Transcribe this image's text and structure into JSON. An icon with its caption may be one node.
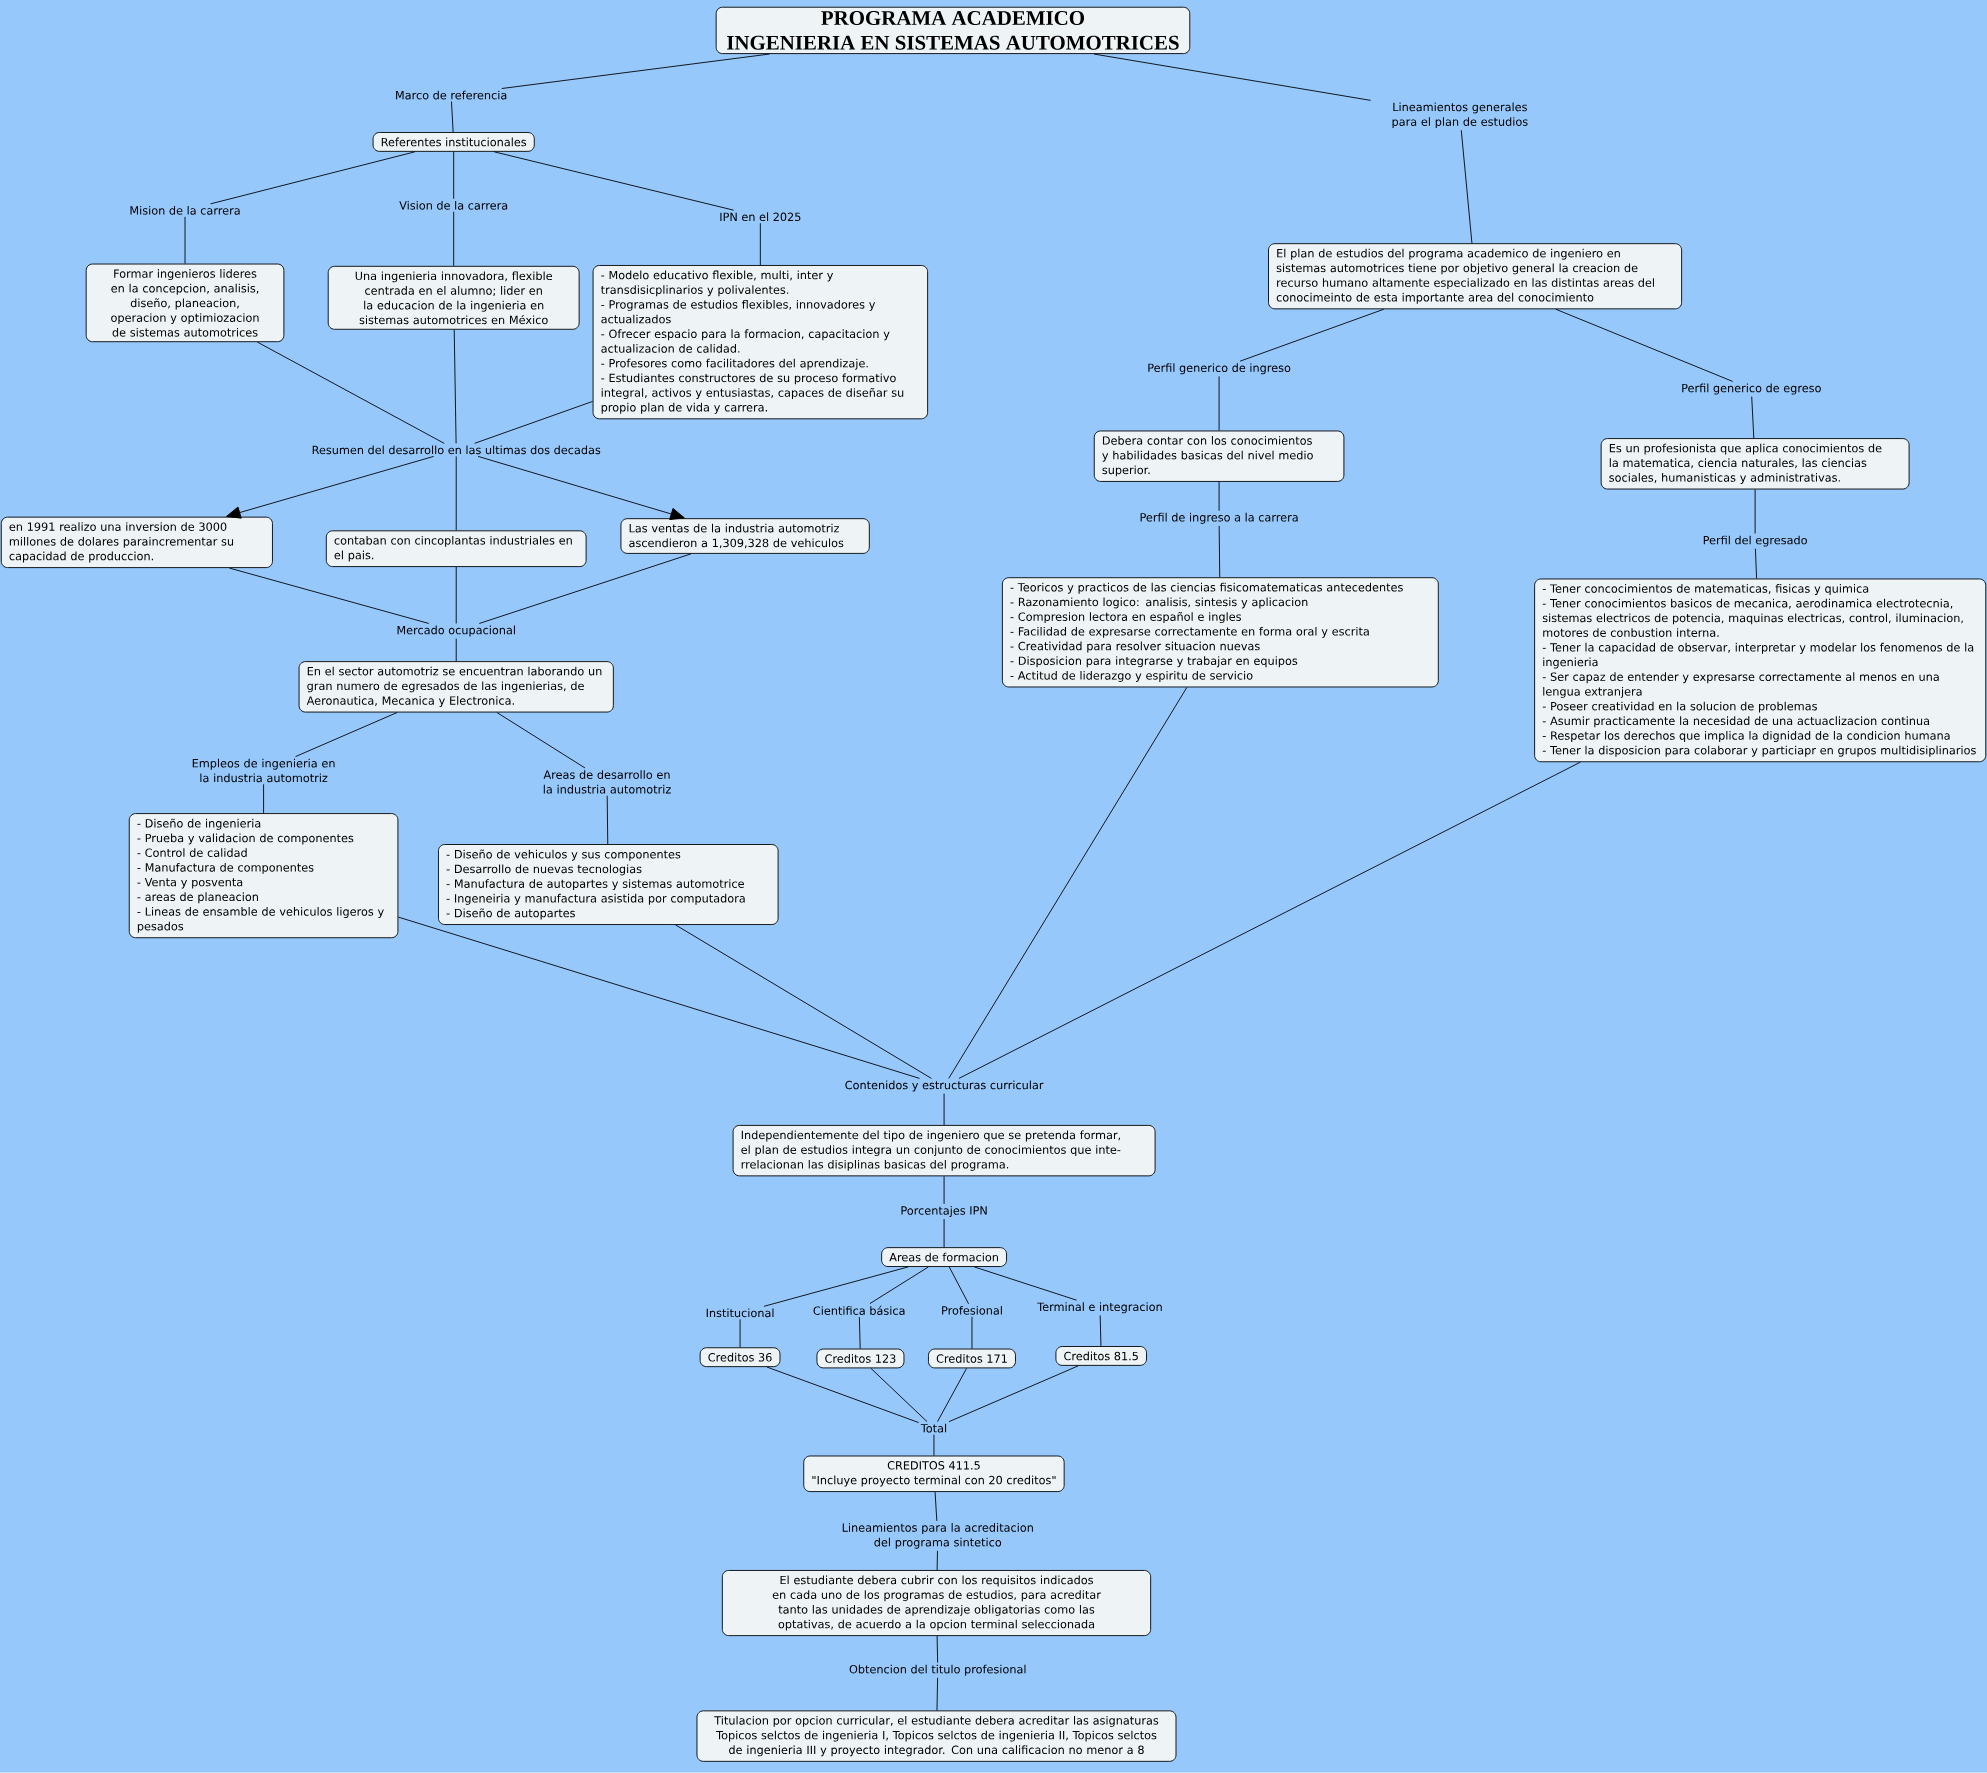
{
  "diagram": {
    "nodes": [
      {
        "text": [
          "PROGRAMA ACADEMICO",
          "INGENIERIA EN SISTEMAS AUTOMOTRICES"
        ]
      },
      {
        "text": [
          "Marco de referencia"
        ]
      },
      {
        "text": [
          "Referentes institucionales"
        ]
      },
      {
        "text": [
          "Mision de la carrera"
        ]
      },
      {
        "text": [
          "Vision de la carrera"
        ]
      },
      {
        "text": [
          "IPN en el 2025"
        ]
      },
      {
        "text": [
          "Formar ingenieros lideres en la concepcion, analisis, diseño, planeacion, operacion y optimiozacion de sistemas automotrices"
        ]
      },
      {
        "text": [
          "Una ingenieria innovadora, flexible centrada en el alumno; lider en la educacion de la ingenieria en sistemas automotrices en México"
        ]
      },
      {
        "text": [
          "- Modelo educativo flexible, multi, inter y transdisicplinarios y polivalentes.",
          "- Programas de estudios flexibles, innovadores y actualizados",
          "- Ofrecer espacio para la formacion, capacitacion y actualizacion de calidad.",
          "- Profesores como facilitadores del aprendizaje.",
          "- Estudiantes constructores de su proceso formativo integral, activos y entusiastas, capaces de diseñar su propio plan de vida y carrera."
        ]
      },
      {
        "text": [
          "Resumen del desarrollo en las ultimas dos decadas"
        ]
      },
      {
        "text": [
          "en 1991 realizo una inversion de 3000 millones de dolares paraincrementar su capacidad de produccion."
        ]
      },
      {
        "text": [
          "contaban con cincoplantas industriales en el pais."
        ]
      },
      {
        "text": [
          "Las ventas de la industria automotriz ascendieron a 1,309,328 de vehiculos"
        ]
      },
      {
        "text": [
          "Mercado ocupacional"
        ]
      },
      {
        "text": [
          "En el sector automotriz se encuentran laborando un gran numero de egresados de las ingenierias, de Aeronautica, Mecanica y Electronica."
        ]
      },
      {
        "text": [
          "Empleos de ingenieria en la industria automotriz"
        ]
      },
      {
        "text": [
          "Areas de desarrollo en la industria automotriz"
        ]
      },
      {
        "text": [
          "- Diseño de ingenieria",
          "- Prueba y validacion de componentes",
          "- Control de calidad",
          "- Manufactura de componentes",
          "- Venta y posventa",
          "- areas de planeacion",
          "- Lineas de ensamble de vehiculos ligeros y pesados"
        ]
      },
      {
        "text": [
          "- Diseño de vehiculos y sus componentes",
          "- Desarrollo de nuevas tecnologias",
          "- Manufactura de autopartes y sistemas automotrice",
          "- Ingeneiria y manufactura asistida por computadora",
          "- Diseño de autopartes"
        ]
      },
      {
        "text": [
          "Lineamientos generales para el plan de estudios"
        ]
      },
      {
        "text": [
          "El plan de estudios del programa academico de ingeniero en sistemas automotrices tiene por objetivo general la creacion de recurso humano altamente especializado en las distintas areas del conocimeinto de esta importante area del conocimiento"
        ]
      },
      {
        "text": [
          "Perfil generico de ingreso"
        ]
      },
      {
        "text": [
          "Perfil generico de egreso"
        ]
      },
      {
        "text": [
          "Debera contar con los conocimientos y habilidades basicas del nivel medio superior."
        ]
      },
      {
        "text": [
          "Es un profesionista que aplica conocimientos de la matematica, ciencia naturales, las ciencias sociales, humanisticas y administrativas."
        ]
      },
      {
        "text": [
          "Perfil de ingreso a la carrera"
        ]
      },
      {
        "text": [
          "Perfil del egresado"
        ]
      },
      {
        "text": [
          "- Teoricos y practicos de las ciencias fisicomatematicas antecedentes",
          "- Razonamiento logico: analisis, sintesis y aplicacion",
          "- Compresion lectora en español e ingles",
          "- Facilidad de expresarse correctamente en forma oral y escrita",
          "- Creatividad para resolver situacion nuevas",
          "- Disposicion para integrarse y trabajar en equipos",
          "- Actitud de liderazgo y espiritu de servicio"
        ]
      },
      {
        "text": [
          "- Tener concocimientos de matematicas, fisicas y quimica",
          "- Tener conocimientos basicos de mecanica, aerodinamica electrotecnia, sistemas electricos de potencia, maquinas electricas, control, iluminacion, motores de conbustion interna.",
          "- Tener la capacidad de observar, interpretar y modelar los fenomenos de la ingenieria",
          "- Ser capaz de entender y expresarse correctamente al menos en una lengua extranjera",
          "- Poseer creatividad en la solucion de problemas",
          "- Asumir practicamente la necesidad de una actuaclizacion continua",
          "- Respetar los derechos que implica la dignidad de la condicion humana",
          "- Tener la disposicion para colaborar y particiapr en grupos multidisiplinarios"
        ]
      },
      {
        "text": [
          "Contenidos y estructuras curricular"
        ]
      },
      {
        "text": [
          "Independientemente del tipo de ingeniero que se pretenda formar, el plan de estudios integra un conjunto de conocimientos que inte-rrelacionan las disiplinas basicas del programa."
        ]
      },
      {
        "text": [
          "Porcentajes IPN"
        ]
      },
      {
        "text": [
          "Areas de formacion"
        ]
      },
      {
        "text": [
          "Institucional"
        ]
      },
      {
        "text": [
          "Cientifica básica"
        ]
      },
      {
        "text": [
          "Profesional"
        ]
      },
      {
        "text": [
          "Terminal e integracion"
        ]
      },
      {
        "text": [
          "Creditos 36"
        ]
      },
      {
        "text": [
          "Creditos 123"
        ]
      },
      {
        "text": [
          "Creditos 171"
        ]
      },
      {
        "text": [
          "Creditos 81.5"
        ]
      },
      {
        "text": [
          "Total"
        ]
      },
      {
        "text": [
          "CREDITOS 411.5",
          "\"Incluye proyecto terminal con 20 creditos\""
        ]
      },
      {
        "text": [
          "Lineamientos para la acreditacion del programa sintetico"
        ]
      },
      {
        "text": [
          "El estudiante debera cubrir con los requisitos indicados en cada uno de los programas de estudios, para acreditar tanto las unidades de aprendizaje obligatorias como las optativas, de acuerdo a la opcion terminal seleccionada"
        ]
      },
      {
        "text": [
          "Obtencion del titulo profesional"
        ]
      },
      {
        "text": [
          "Titulacion por opcion curricular, el estudiante debera acreditar las asignaturas Topicos selctos de ingenieria I, Topicos selctos de ingenieria II, Topicos selctos de ingenieria III y proyecto integrador. Con una calificacion no menor a 8"
        ]
      }
    ],
    "edges": [
      {
        "from": 0,
        "to": 1,
        "arrow": "none"
      },
      {
        "from": 1,
        "to": 2,
        "arrow": "none"
      },
      {
        "from": 2,
        "to": 3,
        "arrow": "none"
      },
      {
        "from": 2,
        "to": 4,
        "arrow": "none"
      },
      {
        "from": 2,
        "to": 5,
        "arrow": "none"
      },
      {
        "from": 3,
        "to": 6,
        "arrow": "none"
      },
      {
        "from": 4,
        "to": 7,
        "arrow": "none"
      },
      {
        "from": 5,
        "to": 8,
        "arrow": "none"
      },
      {
        "from": 6,
        "to": 9,
        "arrow": "none"
      },
      {
        "from": 7,
        "to": 9,
        "arrow": "none"
      },
      {
        "from": 8,
        "to": 9,
        "arrow": "none"
      },
      {
        "from": 9,
        "to": 10,
        "arrow": "to"
      },
      {
        "from": 9,
        "to": 11,
        "arrow": "none"
      },
      {
        "from": 9,
        "to": 12,
        "arrow": "to"
      },
      {
        "from": 10,
        "to": 13,
        "arrow": "none"
      },
      {
        "from": 11,
        "to": 13,
        "arrow": "none"
      },
      {
        "from": 12,
        "to": 13,
        "arrow": "none"
      },
      {
        "from": 13,
        "to": 14,
        "arrow": "none"
      },
      {
        "from": 14,
        "to": 15,
        "arrow": "none"
      },
      {
        "from": 14,
        "to": 16,
        "arrow": "none"
      },
      {
        "from": 15,
        "to": 17,
        "arrow": "none"
      },
      {
        "from": 16,
        "to": 18,
        "arrow": "none"
      },
      {
        "from": 0,
        "to": 19,
        "arrow": "none"
      },
      {
        "from": 19,
        "to": 20,
        "arrow": "none"
      },
      {
        "from": 20,
        "to": 21,
        "arrow": "none"
      },
      {
        "from": 20,
        "to": 22,
        "arrow": "none"
      },
      {
        "from": 21,
        "to": 23,
        "arrow": "none"
      },
      {
        "from": 22,
        "to": 24,
        "arrow": "none"
      },
      {
        "from": 23,
        "to": 25,
        "arrow": "none"
      },
      {
        "from": 24,
        "to": 26,
        "arrow": "none"
      },
      {
        "from": 25,
        "to": 27,
        "arrow": "none"
      },
      {
        "from": 26,
        "to": 28,
        "arrow": "none"
      },
      {
        "from": 17,
        "to": 29,
        "arrow": "none"
      },
      {
        "from": 18,
        "to": 29,
        "arrow": "none"
      },
      {
        "from": 27,
        "to": 29,
        "arrow": "none"
      },
      {
        "from": 28,
        "to": 29,
        "arrow": "none"
      },
      {
        "from": 29,
        "to": 30,
        "arrow": "none"
      },
      {
        "from": 30,
        "to": 31,
        "arrow": "none"
      },
      {
        "from": 31,
        "to": 32,
        "arrow": "none"
      },
      {
        "from": 32,
        "to": 33,
        "arrow": "none"
      },
      {
        "from": 32,
        "to": 34,
        "arrow": "none"
      },
      {
        "from": 32,
        "to": 35,
        "arrow": "none"
      },
      {
        "from": 32,
        "to": 36,
        "arrow": "none"
      },
      {
        "from": 33,
        "to": 37,
        "arrow": "none"
      },
      {
        "from": 34,
        "to": 38,
        "arrow": "none"
      },
      {
        "from": 35,
        "to": 39,
        "arrow": "none"
      },
      {
        "from": 36,
        "to": 40,
        "arrow": "none"
      },
      {
        "from": 37,
        "to": 41,
        "arrow": "none"
      },
      {
        "from": 38,
        "to": 41,
        "arrow": "none"
      },
      {
        "from": 39,
        "to": 41,
        "arrow": "none"
      },
      {
        "from": 40,
        "to": 41,
        "arrow": "none"
      },
      {
        "from": 41,
        "to": 42,
        "arrow": "none"
      },
      {
        "from": 42,
        "to": 43,
        "arrow": "none"
      },
      {
        "from": 43,
        "to": 44,
        "arrow": "none"
      },
      {
        "from": 44,
        "to": 45,
        "arrow": "none"
      },
      {
        "from": 45,
        "to": 46,
        "arrow": "none"
      }
    ]
  }
}
